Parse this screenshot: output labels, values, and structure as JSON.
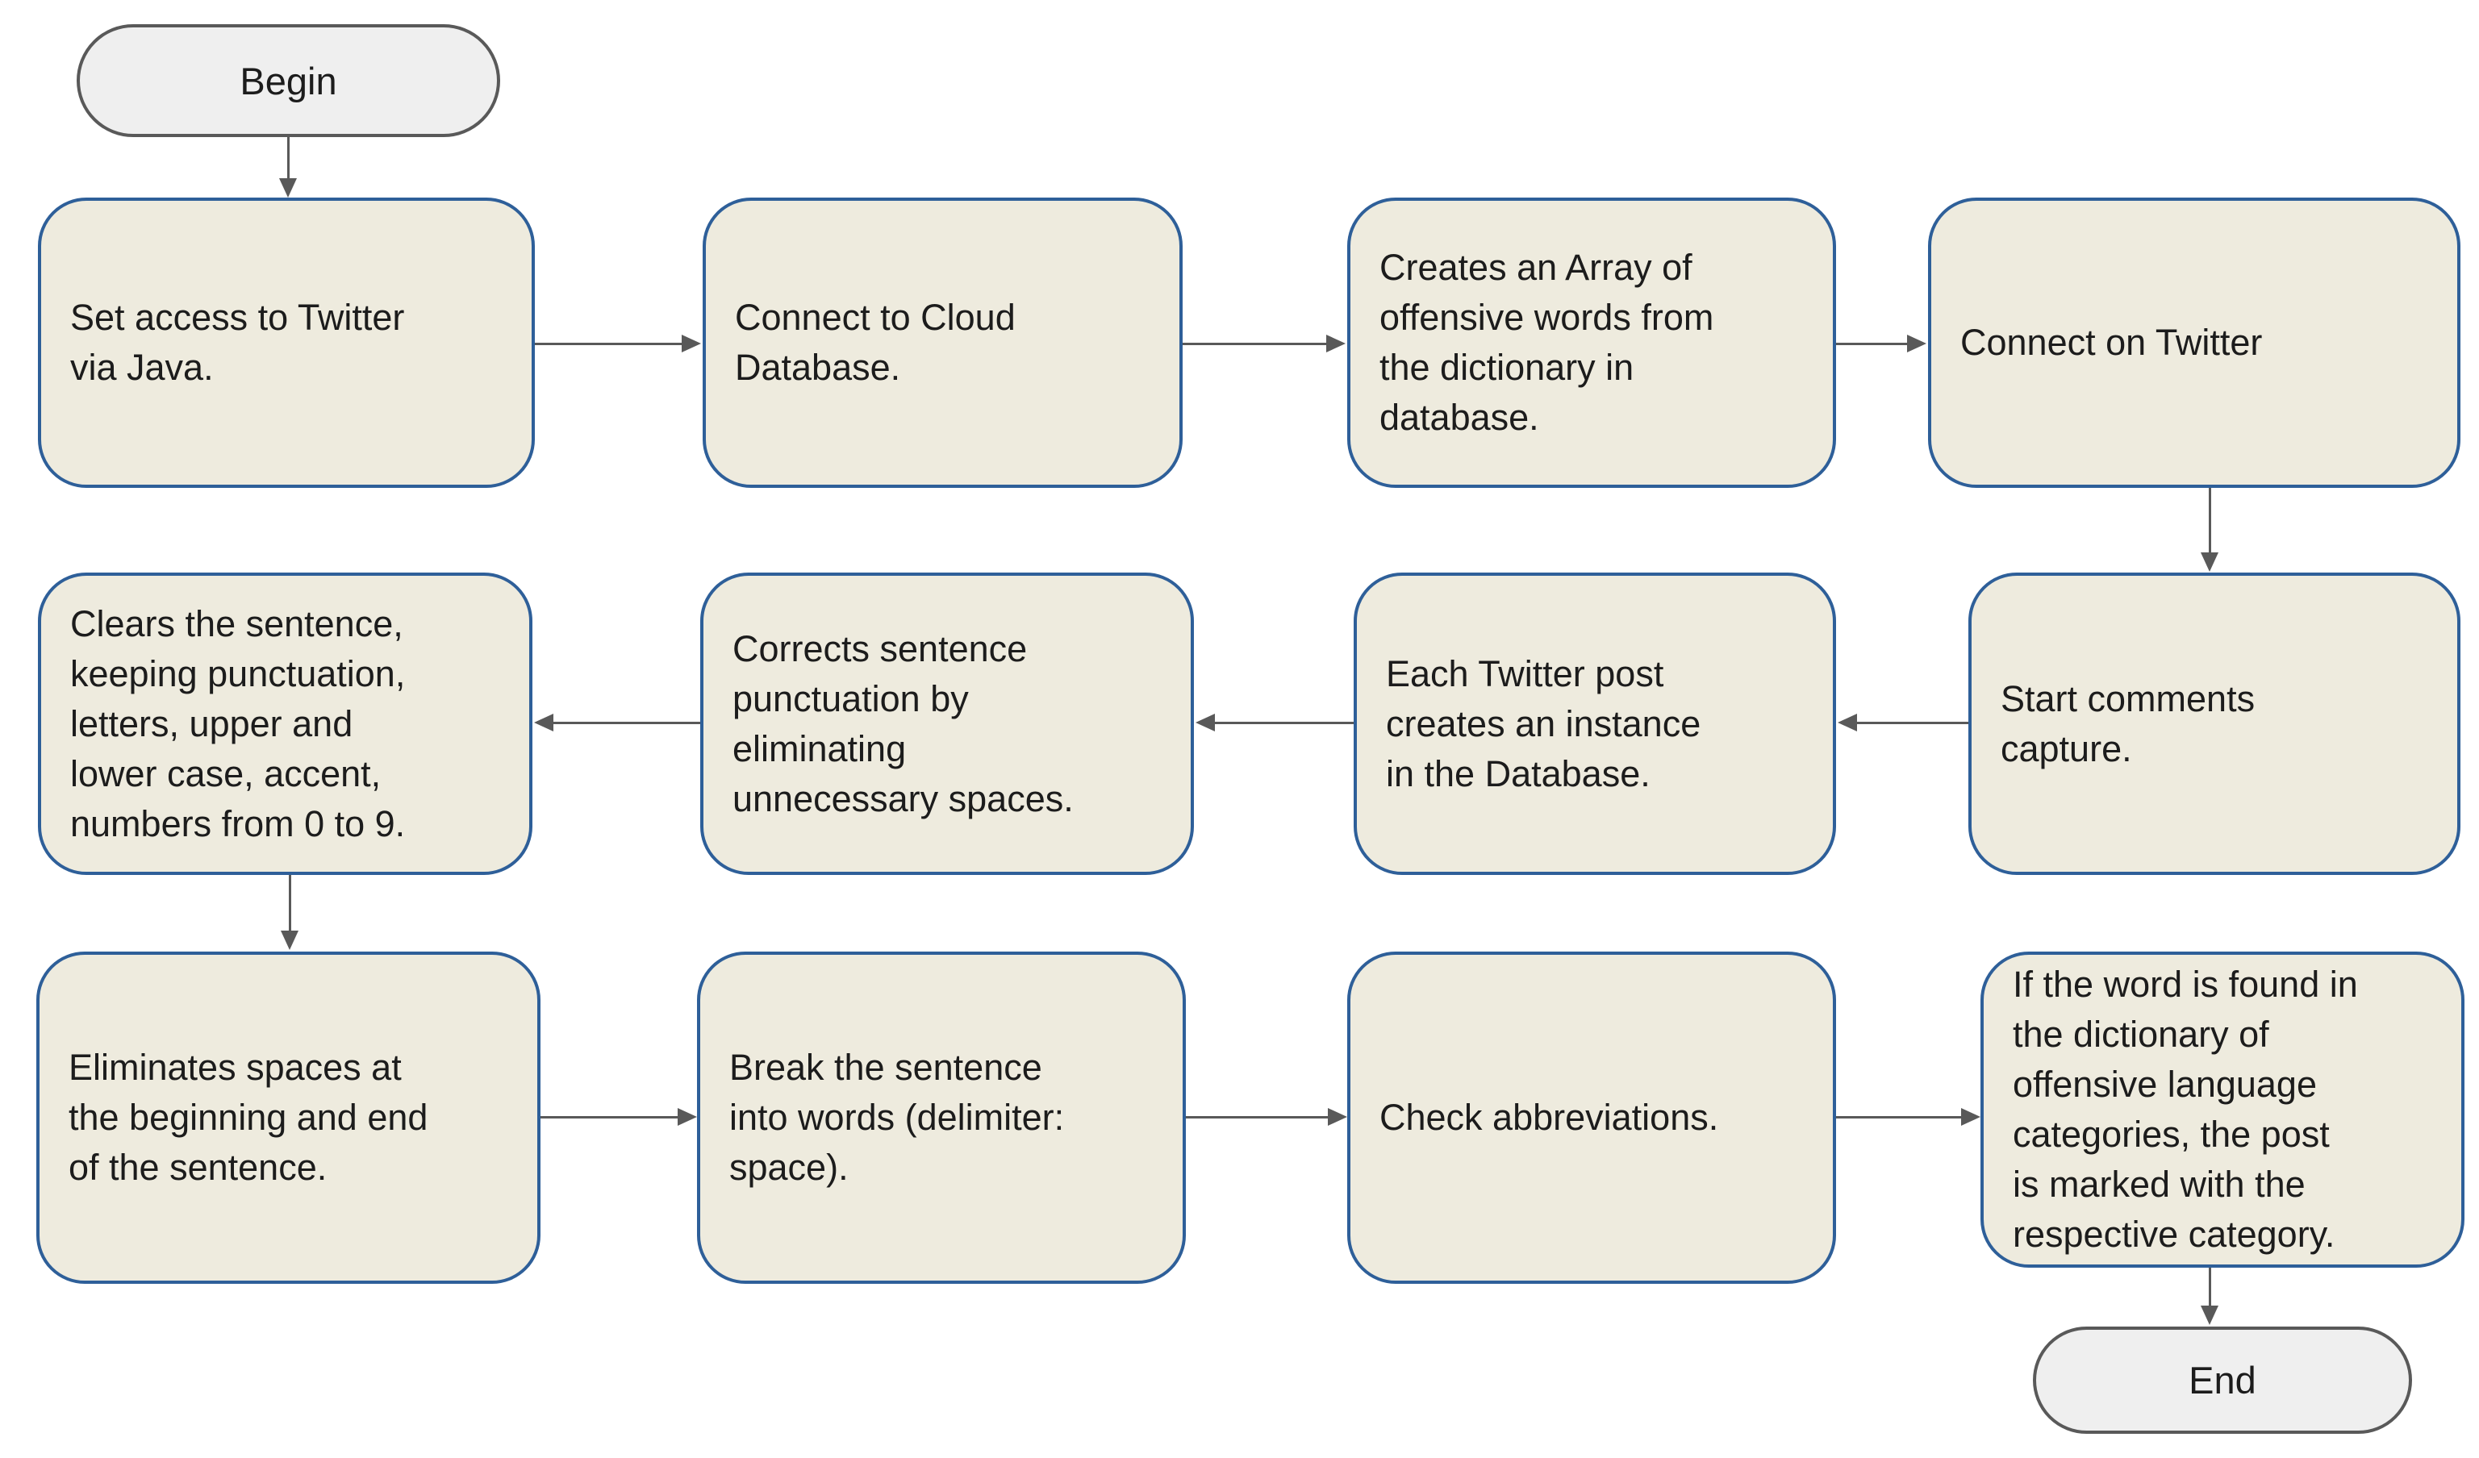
{
  "flowchart": {
    "begin_label": "Begin",
    "end_label": "End",
    "steps": [
      {
        "id": 1,
        "text": "Set access to Twitter\nvia Java."
      },
      {
        "id": 2,
        "text": "Connect to Cloud\nDatabase."
      },
      {
        "id": 3,
        "text": "Creates an Array of\noffensive words from\nthe dictionary in\ndatabase."
      },
      {
        "id": 4,
        "text": "Connect on Twitter"
      },
      {
        "id": 5,
        "text": "Start comments\ncapture."
      },
      {
        "id": 6,
        "text": "Each Twitter post\ncreates an instance\nin the Database."
      },
      {
        "id": 7,
        "text": "Corrects sentence\npunctuation by\neliminating\nunnecessary spaces."
      },
      {
        "id": 8,
        "text": "Clears the sentence,\nkeeping punctuation,\nletters, upper and\nlower case, accent,\nnumbers from 0 to 9."
      },
      {
        "id": 9,
        "text": "Eliminates spaces at\nthe beginning and end\nof the sentence."
      },
      {
        "id": 10,
        "text": "Break the sentence\ninto words (delimiter:\nspace)."
      },
      {
        "id": 11,
        "text": "Check abbreviations."
      },
      {
        "id": 12,
        "text": "If the word is found in\nthe dictionary of\noffensive language\ncategories, the post\nis marked with the\nrespective category."
      }
    ],
    "colors": {
      "node_fill": "#eeebde",
      "node_border": "#2e5f99",
      "terminal_fill": "#efefef",
      "terminal_border": "#595959",
      "arrow": "#595959",
      "text": "#1c1c1c"
    }
  }
}
